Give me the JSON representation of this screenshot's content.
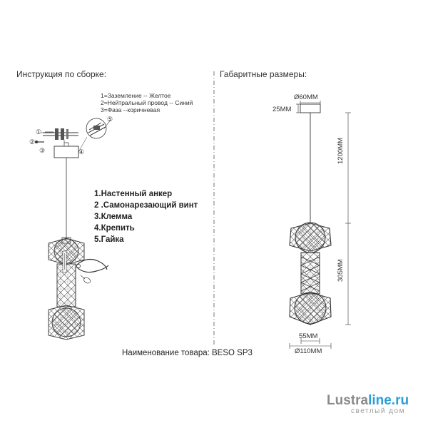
{
  "headings": {
    "assembly": "Инструкция по сборке:",
    "dimensions": "Габаритные размеры:"
  },
  "wiring_legend": [
    "1=Заземление -- Желтое",
    "2=Нейтральный провод -- Синий",
    "3=Фаза --коричневая"
  ],
  "parts_list": [
    "1.Настенный анкер",
    "2 .Самонарезающий винт",
    "3.Клемма",
    "4.Крепить",
    "5.Гайка"
  ],
  "callouts": [
    "①",
    "②",
    "③",
    "④",
    "⑤"
  ],
  "dimensions": {
    "canopy_diameter": "Ø60ММ",
    "canopy_height": "25ММ",
    "cable_length": "1200ММ",
    "body_height": "305ММ",
    "middle_width": "55ММ",
    "ring_diameter": "Ø110ММ"
  },
  "product_name": "Наименование товара: BESO SP3",
  "logo": {
    "part1": "Lustra",
    "part2": "line.ru",
    "tagline": "светлый дом",
    "color1": "#8a8a8a",
    "color2": "#2a9fd6"
  }
}
